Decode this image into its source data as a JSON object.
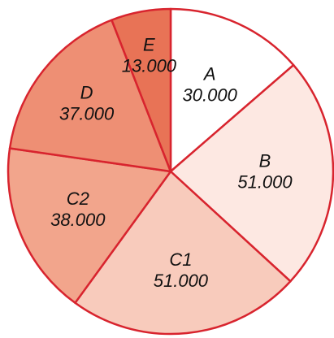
{
  "chart_data": {
    "type": "pie",
    "slices": [
      {
        "label": "A",
        "value_label": "30.000",
        "value": 30000,
        "color": "#ffffff"
      },
      {
        "label": "B",
        "value_label": "51.000",
        "value": 51000,
        "color": "#fde8e2"
      },
      {
        "label": "C1",
        "value_label": "51.000",
        "value": 51000,
        "color": "#f8cbbc"
      },
      {
        "label": "C2",
        "value_label": "38.000",
        "value": 38000,
        "color": "#f2a58c"
      },
      {
        "label": "D",
        "value_label": "37.000",
        "value": 37000,
        "color": "#ee8f74"
      },
      {
        "label": "E",
        "value_label": "13.000",
        "value": 13000,
        "color": "#e87356"
      }
    ],
    "start_angle_deg": 0,
    "direction": "clockwise",
    "edge_color": "#d8242e",
    "legend": "none",
    "title": ""
  }
}
